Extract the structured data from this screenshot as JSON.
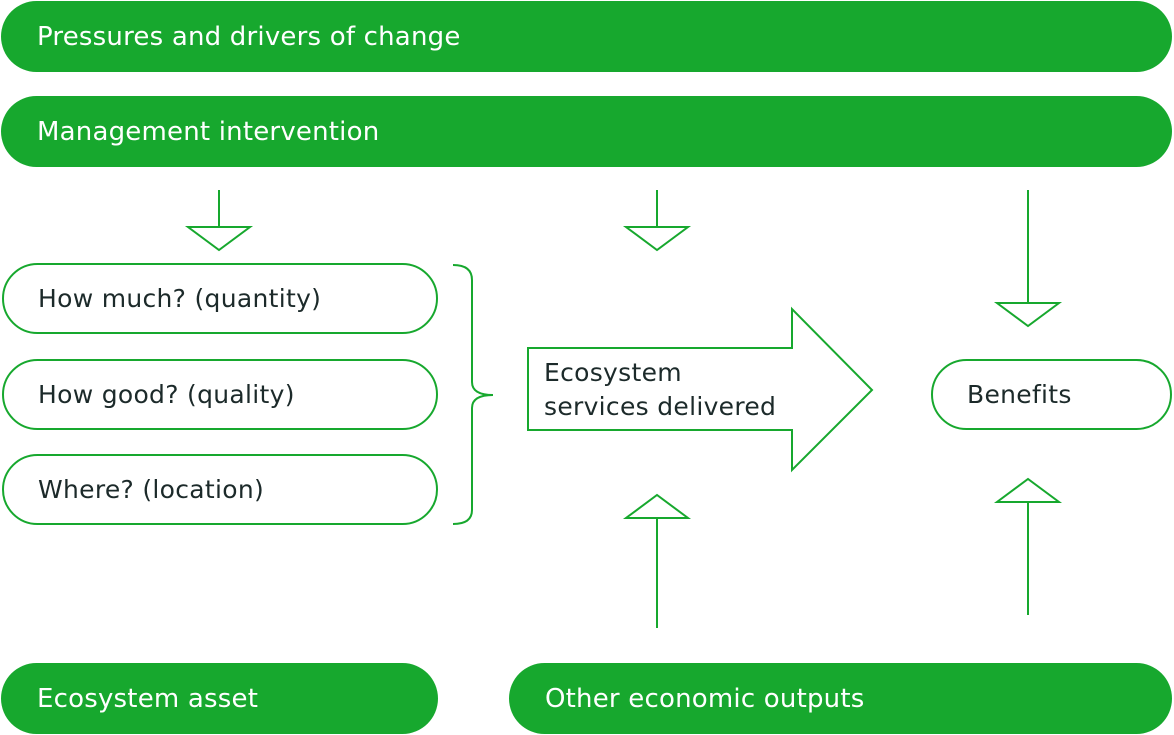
{
  "top_bars": {
    "pressures": "Pressures and drivers of change",
    "management": "Management intervention"
  },
  "asset_characteristics": [
    {
      "label": "How much? (quantity)"
    },
    {
      "label": "How good? (quality)"
    },
    {
      "label": "Where? (location)"
    }
  ],
  "flow": {
    "services_line1": "Ecosystem",
    "services_line2": "services delivered",
    "benefits": "Benefits"
  },
  "bottom_bars": {
    "asset": "Ecosystem asset",
    "other_outputs": "Other economic outputs"
  },
  "colors": {
    "green": "#17a82e",
    "text_dark": "#1c2a2a"
  }
}
